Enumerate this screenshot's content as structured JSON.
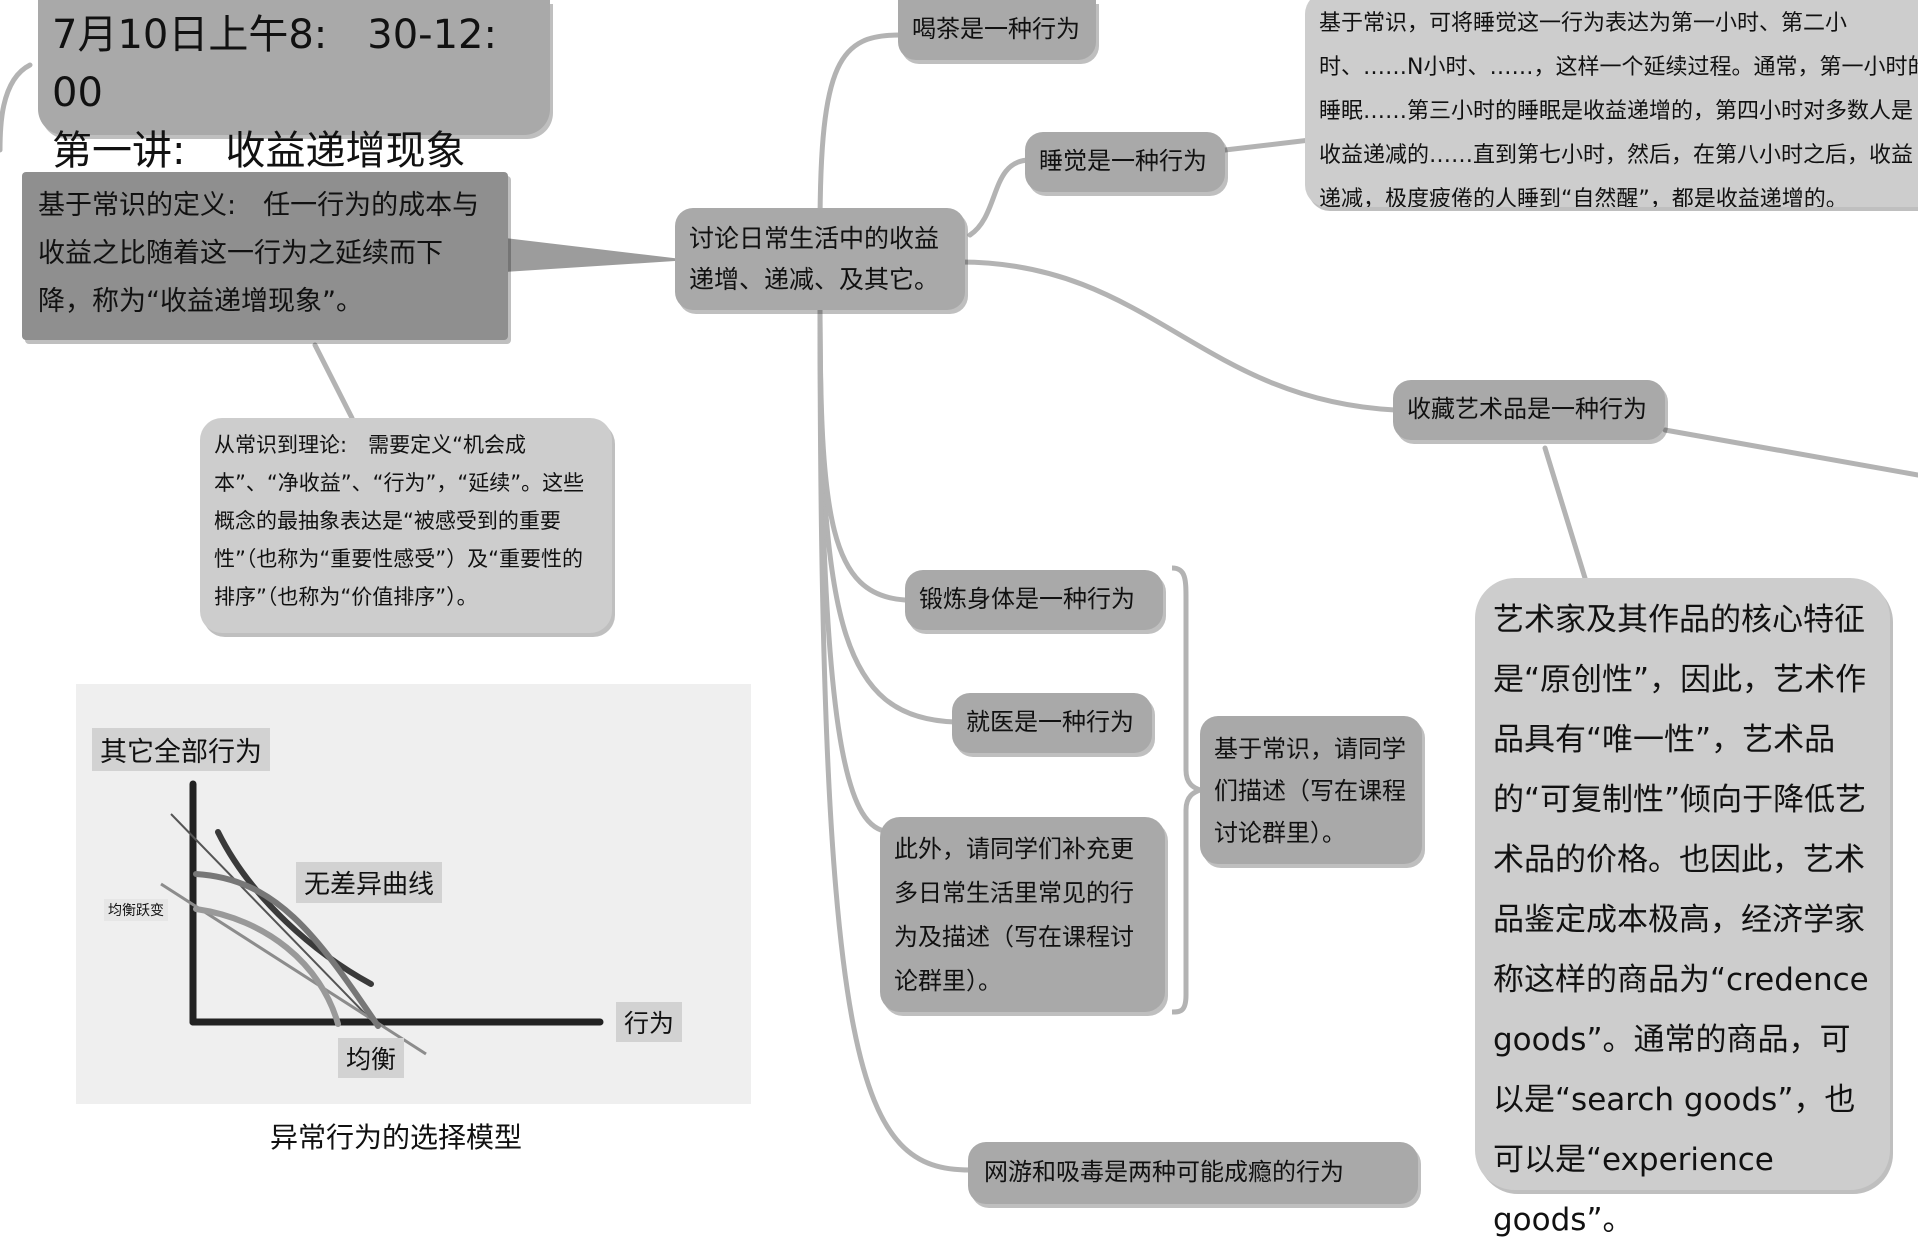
{
  "header": {
    "date_line": "7月10日上午8:　30-12:　00",
    "lecture_title": "第一讲:　收益递增现象"
  },
  "definition": "基于常识的定义:　任一行为的成本与收益之比随着这一行为之延续而下降，称为“收益递增现象”。",
  "common_to_theory": "从常识到理论:　需要定义“机会成本”、“净收益”、“行为”，“延续”。这些概念的最抽象表达是“被感受到的重要性”（也称为“重要性感受”）及“重要性的排序”（也称为“价值排序”）。",
  "center_topic": "讨论日常生活中的收益递增、递减、及其它。",
  "branches": {
    "tea": "喝茶是一种行为",
    "sleep": "睡觉是一种行为",
    "sleep_note": "基于常识，可将睡觉这一行为表达为第一小时、第二小时、……N小时、……，这样一个延续过程。通常，第一小时的睡眠……第三小时的睡眠是收益递增的，第四小时对多数人是收益递减的……直到第七小时，然后，在第八小时之后，收益递减，极度疲倦的人睡到“自然醒”，都是收益递增的。",
    "art": "收藏艺术品是一种行为",
    "art_note": "艺术家及其作品的核心特征是“原创性”，因此，艺术作品具有“唯一性”，艺术品的“可复制性”倾向于降低艺术品的价格。也因此，艺术品鉴定成本极高，经济学家称这样的商品为“credence goods”。通常的商品，可以是“search goods”，也可以是“experience goods”。",
    "exercise": "锻炼身体是一种行为",
    "doctor": "就医是一种行为",
    "more": "此外，请同学们补充更多日常生活里常见的行为及描述（写在课程讨论群里）。",
    "describe": "基于常识，请同学们描述（写在课程讨论群里）。",
    "addiction": "网游和吸毒是两种可能成瘾的行为"
  },
  "chart_data": {
    "type": "line",
    "title": "",
    "ylabel": "其它全部行为",
    "xlabel": "行为",
    "annotations": [
      "无差异曲线",
      "均衡跃变",
      "均衡"
    ],
    "caption": "异常行为的选择模型",
    "grid": false,
    "legend": "none"
  },
  "colors": {
    "node_dark": "#8f8f8f",
    "node_mid": "#a9a9a9",
    "node_light": "#cdcdcd",
    "line": "#b0b0b0"
  }
}
